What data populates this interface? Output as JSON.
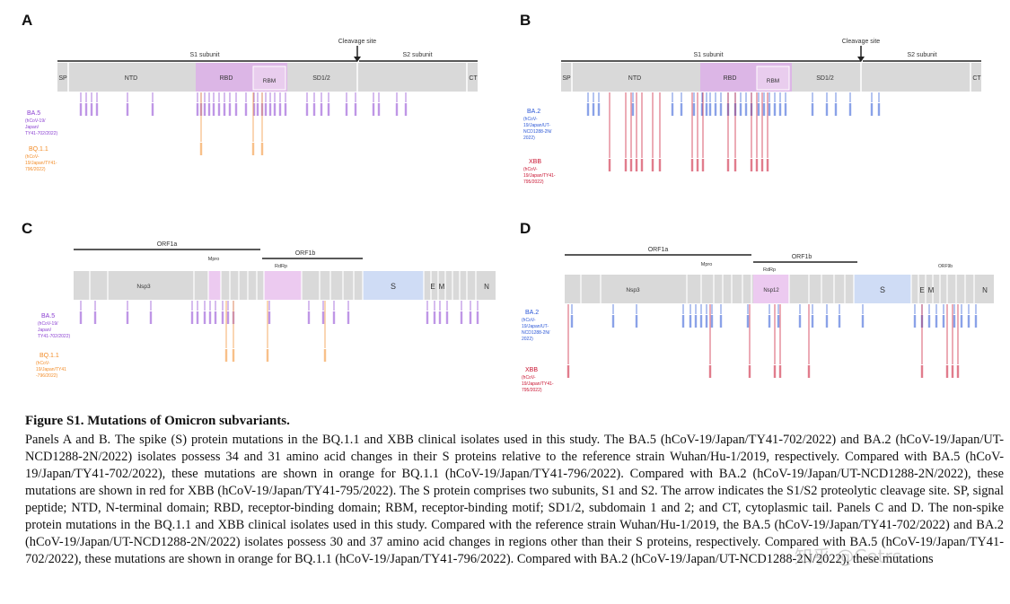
{
  "panels": {
    "A": {
      "letter": "A",
      "top_label_left": "S1 subunit",
      "top_label_right": "S2 subunit",
      "cleavage": "Cleavage site",
      "domains": [
        "SP",
        "NTD",
        "RBD",
        "RBM",
        "SD1/2",
        "CT"
      ],
      "strain1": "BA.5",
      "strain1_sub": [
        "(hCoV-19/",
        "Japan/",
        "TY41-702/2022)"
      ],
      "strain2": "BQ.1.1",
      "strain2_sub": [
        "(hCoV-",
        "19/Japan/TY41-",
        "796/2022)"
      ]
    },
    "B": {
      "letter": "B",
      "top_label_left": "S1 subunit",
      "top_label_right": "S2 subunit",
      "cleavage": "Cleavage site",
      "domains": [
        "SP",
        "NTD",
        "RBD",
        "RBM",
        "SD1/2",
        "CT"
      ],
      "strain1": "BA.2",
      "strain1_sub": [
        "(hCoV-",
        "19/Japan/UT-",
        "NCD1288-2N/",
        "2022)"
      ],
      "strain2": "XBB",
      "strain2_sub": [
        "(hCoV-",
        "19/Japan/TY41-",
        "795/2022)"
      ]
    },
    "C": {
      "letter": "C",
      "orf1a": "ORF1a",
      "orf1b": "ORF1b",
      "mpro": "Mpro",
      "rdrp": "RdRp",
      "big_domains": [
        "Nsp3",
        "S",
        "E",
        "M",
        "N"
      ],
      "strain1": "BA.5",
      "strain1_sub": [
        "(hCoV-19/",
        "Japan/",
        "TY41-702/2022)"
      ],
      "strain2": "BQ.1.1",
      "strain2_sub": [
        "(hCoV-",
        "19/Japan/TY41",
        "-796/2022)"
      ]
    },
    "D": {
      "letter": "D",
      "orf1a": "ORF1a",
      "orf1b": "ORF1b",
      "mpro": "Mpro",
      "rdrp": "RdRp",
      "orf9b": "ORF9b",
      "big_domains": [
        "Nsp3",
        "Nsp12",
        "S",
        "E",
        "M",
        "N"
      ],
      "strain1": "BA.2",
      "strain1_sub": [
        "(hCoV-",
        "19/Japan/UT-",
        "NCD1288-2N/",
        "2022)"
      ],
      "strain2": "XBB",
      "strain2_sub": [
        "(hCoV-",
        "19/Japan/TY41-",
        "795/2022)"
      ]
    }
  },
  "caption": {
    "title": "Figure S1. Mutations of Omicron subvariants.",
    "body": "Panels A and B. The spike (S) protein mutations in the BQ.1.1 and XBB clinical isolates used in this study. The BA.5 (hCoV-19/Japan/TY41-702/2022) and BA.2 (hCoV-19/Japan/UT-NCD1288-2N/2022) isolates possess 34 and 31 amino acid changes in their S proteins relative to the reference strain Wuhan/Hu-1/2019, respectively. Compared with BA.5 (hCoV-19/Japan/TY41-702/2022), these mutations are shown in orange for BQ.1.1 (hCoV-19/Japan/TY41-796/2022). Compared with BA.2 (hCoV-19/Japan/UT-NCD1288-2N/2022), these mutations are shown in red for XBB (hCoV-19/Japan/TY41-795/2022). The S protein comprises two subunits, S1 and S2. The arrow indicates the S1/S2 proteolytic cleavage site. SP, signal peptide; NTD, N-terminal domain; RBD, receptor-binding domain; RBM, receptor-binding motif; SD1/2, subdomain 1 and 2; and CT, cytoplasmic tail. Panels C and D. The non-spike protein mutations in the BQ.1.1 and XBB clinical isolates used in this study. Compared with the reference strain Wuhan/Hu-1/2019, the BA.5 (hCoV-19/Japan/TY41-702/2022) and BA.2 (hCoV-19/Japan/UT-NCD1288-2N/2022) isolates possess 30 and 37 amino acid changes in regions other than their S proteins, respectively. Compared with BA.5 (hCoV-19/Japan/TY41-702/2022), these mutations are shown in orange for BQ.1.1 (hCoV-19/Japan/TY41-796/2022). Compared with BA.2 (hCoV-19/Japan/UT-NCD1288-2N/2022), these mutations"
  },
  "watermark": "知乎 @Cetrs",
  "colors": {
    "ba5": "#8a3fd1",
    "bq11": "#f28c28",
    "ba2": "#2a56d6",
    "xbb": "#c8102e",
    "bar": "#d9d9d9",
    "rbd": "#dcb6e6",
    "rdrp": "#eccaf0",
    "spike_box": "#cfdcf5"
  }
}
